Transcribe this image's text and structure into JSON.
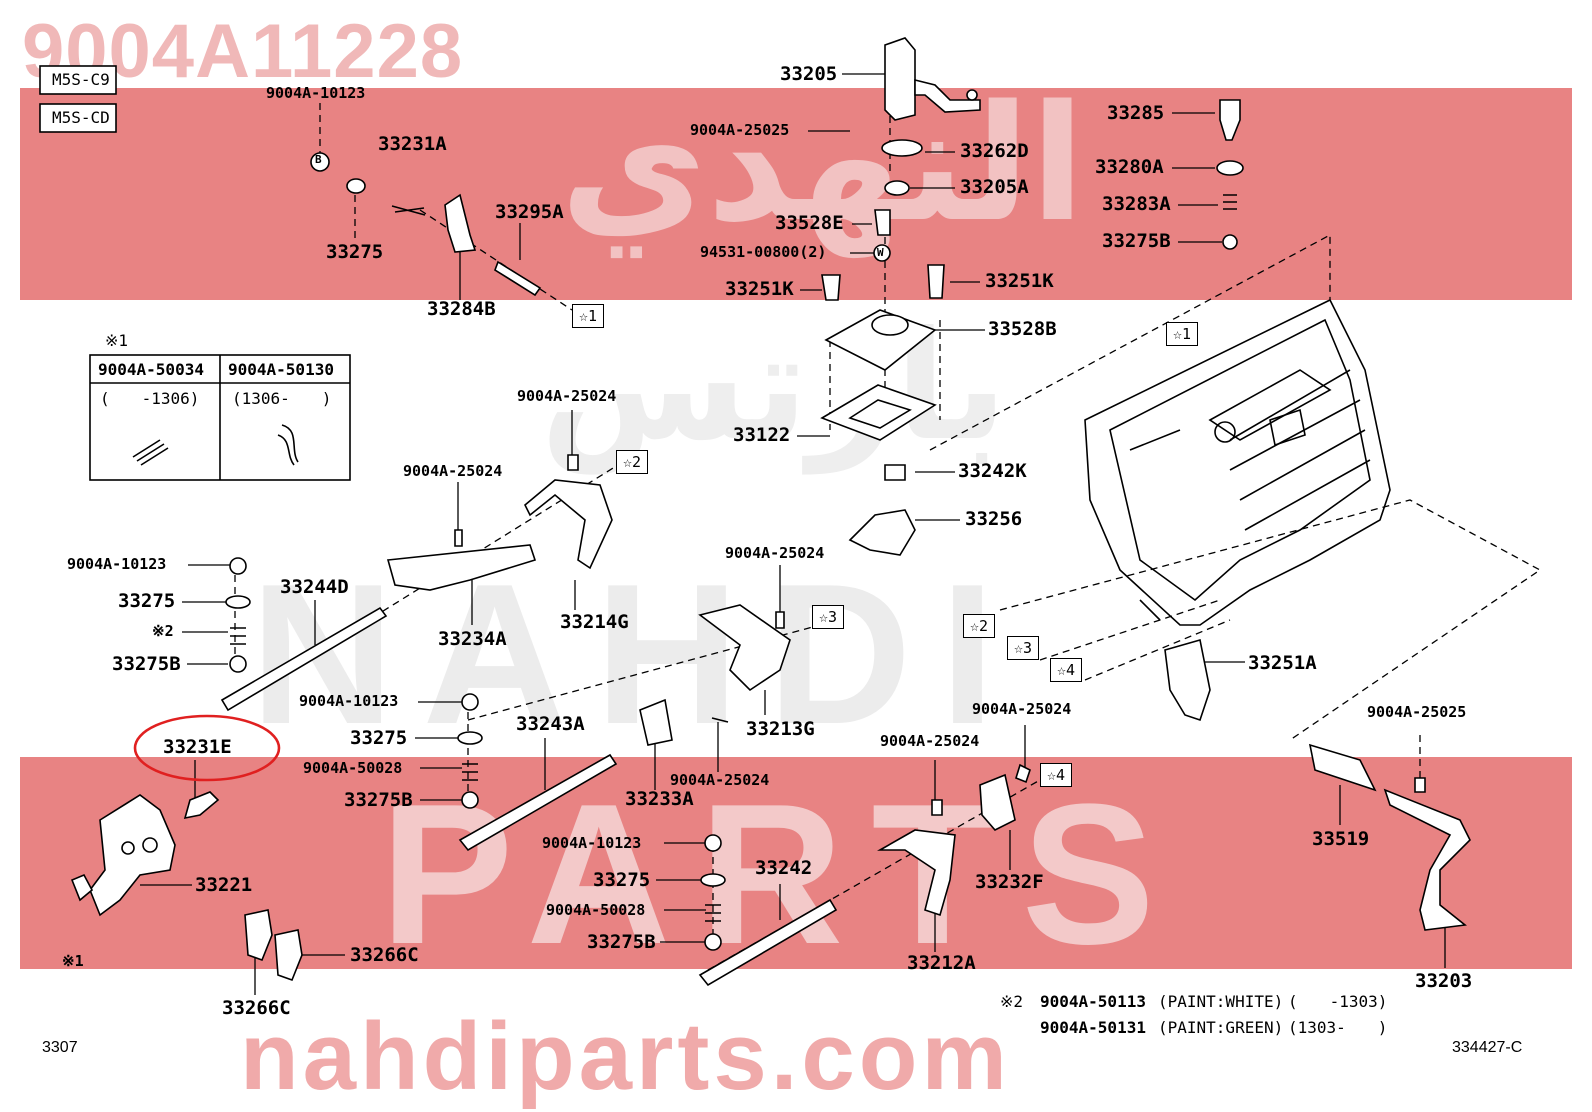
{
  "header": {
    "part_number": "9004A11228",
    "models": [
      "M5S-C9",
      "M5S-CD"
    ]
  },
  "watermarks": {
    "brand_big": "NAHDI",
    "brand_parts": "PARTS",
    "url": "nahdiparts.com",
    "arabic_1": "النهدي",
    "arabic_2": "بارتس"
  },
  "labels": {
    "p33205": "33205",
    "p9004A_25025_top": "9004A-25025",
    "p33262D": "33262D",
    "p33205A": "33205A",
    "p33528E": "33528E",
    "p94531": "94531-00800(2)",
    "p33251K_l": "33251K",
    "p33251K_r": "33251K",
    "p33528B": "33528B",
    "p33122": "33122",
    "p33242K": "33242K",
    "p33256": "33256",
    "p33285": "33285",
    "p33280A": "33280A",
    "p33283A": "33283A",
    "p33275B_tr": "33275B",
    "p9004A_10123_top": "9004A-10123",
    "p33231A": "33231A",
    "p33275_top": "33275",
    "p33295A": "33295A",
    "p33284B": "33284B",
    "p9004A_25024_a": "9004A-25024",
    "p9004A_25024_b": "9004A-25024",
    "p33214G": "33214G",
    "p33234A": "33234A",
    "p9004A_10123_l": "9004A-10123",
    "p33275_l": "33275",
    "p33275B_l": "33275B",
    "p33244D": "33244D",
    "p9004A_25024_c": "9004A-25024",
    "p33213G": "33213G",
    "p9004A_10123_m": "9004A-10123",
    "p33275_m": "33275",
    "p9004A_50028_m": "9004A-50028",
    "p33275B_m": "33275B",
    "p33243A": "33243A",
    "p9004A_25024_d": "9004A-25024",
    "p33233A": "33233A",
    "p33231E": "33231E",
    "p33221": "33221",
    "p33266C_r": "33266C",
    "p33266C_b": "33266C",
    "p9004A_10123_b": "9004A-10123",
    "p33275_b": "33275",
    "p9004A_50028_b": "9004A-50028",
    "p33275B_b": "33275B",
    "p33242": "33242",
    "p9004A_25024_e": "9004A-25024",
    "p33212A": "33212A",
    "p9004A_25024_f": "9004A-25024",
    "p33232F": "33232F",
    "p33251A": "33251A",
    "p9004A_25025_r": "9004A-25025",
    "p33519": "33519",
    "p33203": "33203"
  },
  "refs": {
    "star1_a": "☆1",
    "star1_b": "☆1",
    "star2_a": "☆2",
    "star2_b": "☆2",
    "star3_a": "☆3",
    "star3_b": "☆3",
    "star4_a": "☆4",
    "star4_b": "☆4",
    "circle_b": "B",
    "circle_w": "W"
  },
  "note1": {
    "marker": "※1",
    "col1_part": "9004A-50034",
    "col1_range": "(　　-1306)",
    "col2_part": "9004A-50130",
    "col2_range": "(1306-　　)"
  },
  "note2": {
    "marker": "※2",
    "line1_part": "9004A-50113",
    "line1_paint": "(PAINT:WHITE)",
    "line1_range": "(　　-1303)",
    "line2_part": "9004A-50131",
    "line2_paint": "(PAINT:GREEN)",
    "line2_range": "(1303-　　)"
  },
  "misc": {
    "spring_marker_l": "※2",
    "spring_marker_bl": "※1"
  },
  "footer": {
    "page": "3307",
    "code": "334427-C"
  },
  "highlight_color": "#e02020"
}
